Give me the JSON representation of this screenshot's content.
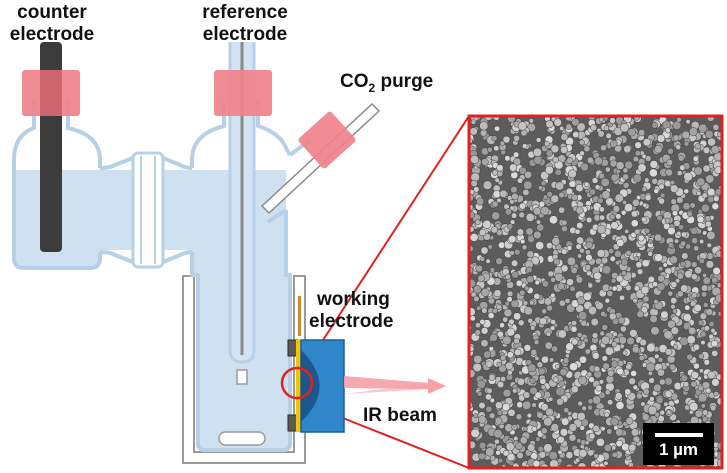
{
  "labels": {
    "counter_line1": "counter",
    "counter_line2": "electrode",
    "reference_line1": "reference",
    "reference_line2": "electrode",
    "purge_prefix": "CO",
    "purge_subscript": "2",
    "purge_suffix": " purge",
    "working_line1": "working",
    "working_line2": "electrode",
    "ir_beam": "IR beam",
    "scale_bar": "1 µm"
  },
  "colors": {
    "electrolyte": "#cfe0f0",
    "glass_outline": "#b7d0e6",
    "septum_red": "#f0828c",
    "counter_rod": "#3c3c3c",
    "prism_blue": "#2f86c8",
    "gold_film": "#f5c400",
    "ir_beam": "#f7a0a6",
    "highlight_red": "#e32020",
    "sem_background": "#5a5a5a"
  }
}
